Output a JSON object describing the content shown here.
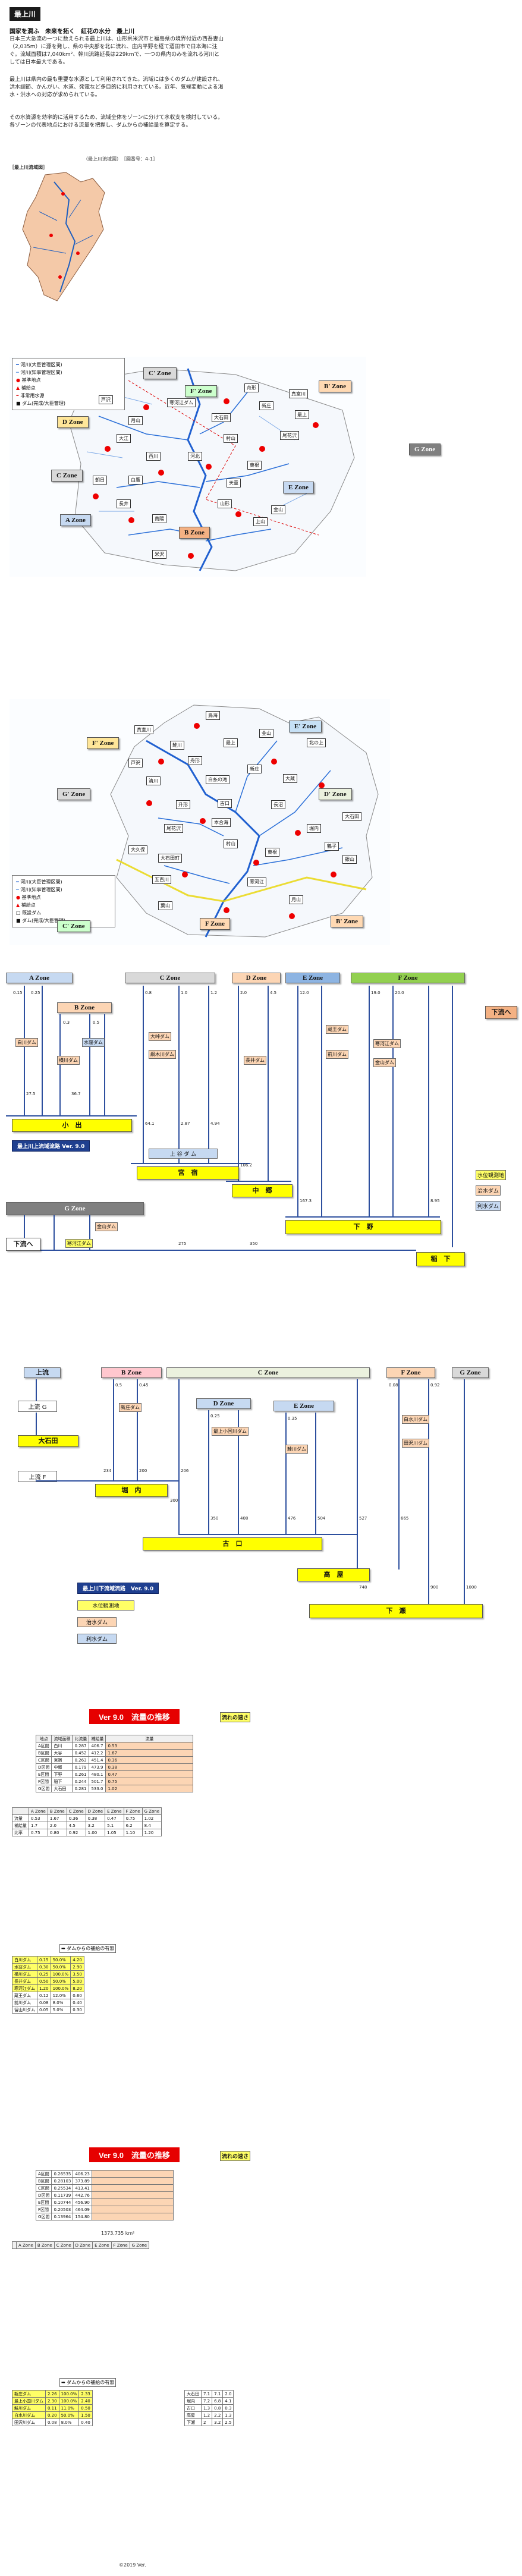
{
  "intro": {
    "section_title": "最上川",
    "heading": "国家を潤ふ　未来を拓く　紅花の水分　最上川",
    "paragraphs": [
      "日本三大急流の一つに数えられる最上川は、山形県米沢市と福島県の境界付近の西吾妻山（2,035m）に源を発し、県の中央部を北に流れ、庄内平野を経て酒田市で日本海に注ぐ。流域面積は7,040km²、幹川流路延長は229kmで、一つの県内のみを流れる河川としては日本最大である。",
      "最上川は県内の最も重要な水源として利用されてきた。流域には多くのダムが建設され、洪水調節、かんがい、水道、発電など多目的に利用されている。近年、気候変動による渇水・洪水への対応が求められている。",
      "その水資源を効率的に活用するため、流域全体をゾーンに分けて水収支を検討している。各ゾーンの代表地点における流量を把握し、ダムからの補給量を算定する。"
    ],
    "map_caption": "（最上川流域図）　［図番号：4-1］",
    "small_map_label": "［最上川流域図］"
  },
  "map1": {
    "zones": [
      "C' Zone",
      "F' Zone",
      "B' Zone",
      "G Zone",
      "D Zone",
      "C Zone",
      "E Zone",
      "A Zone",
      "B Zone"
    ],
    "places": [
      "寒河江ダム",
      "月山",
      "新庄",
      "最上",
      "大石田",
      "村山",
      "東根",
      "天童",
      "山形",
      "上山",
      "南陽",
      "長井",
      "米沢",
      "白鷹",
      "朝日",
      "西川",
      "大江",
      "河北",
      "尾花沢",
      "舟形",
      "真室川",
      "金山",
      "戸沢"
    ],
    "legend": [
      "河川(大臣管理区間)",
      "河川(知事管理区間)",
      "基準地点",
      "補給点",
      "非常用水源",
      "ダム(完成/大臣管理)"
    ]
  },
  "map2": {
    "zones": [
      "E' Zone",
      "F' Zone",
      "D' Zone",
      "G' Zone",
      "C' Zone",
      "F Zone",
      "B' Zone"
    ],
    "places": [
      "鳥海",
      "真室川",
      "金山",
      "北の上",
      "最上",
      "鮭川",
      "舟形",
      "新庄",
      "戸沢",
      "大蔵",
      "白糸の滝",
      "清川",
      "長沼",
      "古口",
      "升形",
      "大石田",
      "本合海",
      "堀内",
      "尾花沢",
      "鶴子",
      "銀山",
      "村山",
      "東根",
      "大久保",
      "大石田町",
      "五百川",
      "寒河江",
      "葉山",
      "月山"
    ],
    "legend": [
      "河川(大臣管理区間)",
      "河川(知事管理区間)",
      "基準地点",
      "補給点",
      "既設ダム",
      "ダム(完成/大臣管理)"
    ]
  },
  "upper_diagram": {
    "zones": [
      {
        "label": "A Zone",
        "color": "#c6d9f1"
      },
      {
        "label": "C Zone",
        "color": "#d9d9d9"
      },
      {
        "label": "D Zone",
        "color": "#fcd5b4"
      },
      {
        "label": "E Zone",
        "color": "#8db4e2"
      },
      {
        "label": "F Zone",
        "color": "#92d050"
      }
    ],
    "b_zone": "B Zone",
    "g_zone": "G Zone",
    "title": "最上川上流域流路 Ver. 9.0",
    "points": [
      "小　出",
      "宮　宿",
      "中　郷",
      "下　野",
      "稲　下"
    ],
    "dams": [
      "白川ダム",
      "水窪ダム",
      "横川ダム",
      "大峠ダム",
      "上 谷 ダ ム",
      "綱木川ダム",
      "長井ダム",
      "蔵王ダム",
      "前川ダム",
      "寒河江ダム",
      "金山ダム"
    ],
    "side_labels": [
      "下流へ",
      "水位観測地",
      "治水ダム",
      "利水ダム",
      "下流へ"
    ],
    "numbers": [
      "0.15",
      "0.25",
      "0.3",
      "0.5",
      "0.8",
      "1.0",
      "1.2",
      "2.0",
      "4.5",
      "12.0",
      "19.0",
      "20.0",
      "27.5",
      "36.7",
      "64.1",
      "106.2",
      "167.3",
      "2.87",
      "4.94",
      "8.95",
      "275",
      "350"
    ]
  },
  "lower_diagram": {
    "zones": [
      {
        "label": "上流",
        "color": "#c6d9f1"
      },
      {
        "label": "B Zone",
        "color": "#ffc7ce"
      },
      {
        "label": "C Zone",
        "color": "#ebf1de"
      },
      {
        "label": "F Zone",
        "color": "#fcd5b4"
      },
      {
        "label": "G Zone",
        "color": "#d9d9d9"
      }
    ],
    "sub_zones": [
      "D Zone",
      "E Zone"
    ],
    "title": "最上川下流域流路　Ver. 9.0",
    "points": [
      "大石田",
      "堀　内",
      "古　口",
      "高　屋",
      "下　瀬"
    ],
    "left_labels": [
      "上流 G",
      "上流 F"
    ],
    "dams": [
      "新庄ダム",
      "最上小国川ダム",
      "鮭川ダム",
      "白水川ダム",
      "田沢川ダム"
    ],
    "legend_boxes": [
      "水位観測地",
      "治水ダム",
      "利水ダム"
    ],
    "numbers": [
      "0.5",
      "0.08",
      "0.92",
      "0.45",
      "0.25",
      "0.35",
      "234",
      "200",
      "206",
      "300",
      "350",
      "408",
      "476",
      "504",
      "527",
      "665",
      "748",
      "900",
      "1000"
    ]
  },
  "ver_a": {
    "title": "Ver 9.0　流量の推移",
    "tag": "流れの速さ",
    "small_title": "ダムからの補給の有無",
    "header_row": [
      "地点",
      "流域面積",
      "比流量",
      "補給量",
      "流量"
    ],
    "rows": [
      [
        "A区間",
        "白川",
        "0.287",
        "406.7",
        "0.53"
      ],
      [
        "B区間",
        "大谷",
        "0.452",
        "412.2",
        "1.67"
      ],
      [
        "C区間",
        "宮宿",
        "0.263",
        "451.4",
        "0.36"
      ],
      [
        "D区間",
        "中郷",
        "0.179",
        "473.9",
        "0.38"
      ],
      [
        "E区間",
        "下野",
        "0.261",
        "480.1",
        "0.47"
      ],
      [
        "F区間",
        "稲下",
        "0.244",
        "501.7",
        "0.75"
      ],
      [
        "G区間",
        "大石田",
        "0.281",
        "533.0",
        "1.02"
      ]
    ],
    "zone_row": [
      "A Zone",
      "B Zone",
      "C Zone",
      "D Zone",
      "E Zone",
      "F Zone",
      "G Zone"
    ],
    "flow_rows": [
      [
        "流量",
        "0.53",
        "1.67",
        "0.36",
        "0.38",
        "0.47",
        "0.75",
        "1.02"
      ],
      [
        "補給量",
        "1.7",
        "2.0",
        "4.5",
        "3.2",
        "5.1",
        "6.2",
        "8.4"
      ],
      [
        "比率",
        "0.75",
        "0.80",
        "0.92",
        "1.00",
        "1.05",
        "1.10",
        "1.20"
      ]
    ],
    "dam_rows": [
      [
        "白川ダム",
        "0.15",
        "50.0%",
        "4.20"
      ],
      [
        "水窪ダム",
        "0.30",
        "50.0%",
        "2.90"
      ],
      [
        "横川ダム",
        "0.25",
        "100.0%",
        "3.50"
      ],
      [
        "長井ダム",
        "0.50",
        "50.0%",
        "5.00"
      ],
      [
        "寒河江ダム",
        "1.20",
        "100.0%",
        "8.20"
      ],
      [
        "蔵王ダム",
        "0.12",
        "12.0%",
        "0.60"
      ],
      [
        "前川ダム",
        "0.08",
        "8.0%",
        "0.40"
      ],
      [
        "留山川ダム",
        "0.05",
        "5.0%",
        "0.30"
      ]
    ]
  },
  "ver_b": {
    "title": "Ver 9.0　流量の推移",
    "tag": "流れの速さ",
    "small_title": "ダムからの補給の有無",
    "rows": [
      [
        "A区間",
        "0.26535",
        "406.23"
      ],
      [
        "B区間",
        "0.28103",
        "373.89"
      ],
      [
        "C区間",
        "0.25534",
        "413.41"
      ],
      [
        "D区間",
        "0.11739",
        "442.76"
      ],
      [
        "E区間",
        "0.10744",
        "456.90"
      ],
      [
        "F区間",
        "0.20503",
        "464.09"
      ],
      [
        "G区間",
        "0.13964",
        "154.80"
      ]
    ],
    "total": "1373.735 km²",
    "zone_row": [
      "A Zone",
      "B Zone",
      "C Zone",
      "D Zone",
      "E Zone",
      "F Zone",
      "G Zone"
    ],
    "dam_rows": [
      [
        "新庄ダム",
        "2.26",
        "100.0%",
        "2.33"
      ],
      [
        "最上小国川ダム",
        "2.30",
        "100.0%",
        "2.40"
      ],
      [
        "鮭川ダム",
        "0.11",
        "11.0%",
        "0.50"
      ],
      [
        "白水川ダム",
        "0.20",
        "50.0%",
        "1.50"
      ],
      [
        "田沢川ダム",
        "0.08",
        "8.0%",
        "0.40"
      ]
    ],
    "right_rows": [
      [
        "大石田",
        "7.1",
        "7.1",
        "2.0"
      ],
      [
        "堀内",
        "7.2",
        "6.8",
        "4.1"
      ],
      [
        "古口",
        "1.3",
        "0.8",
        "0.3"
      ],
      [
        "高屋",
        "1.2",
        "2.2",
        "1.3"
      ],
      [
        "下瀬",
        "2",
        "3.2",
        "2.5"
      ]
    ],
    "footer": "©2019 Ver."
  }
}
